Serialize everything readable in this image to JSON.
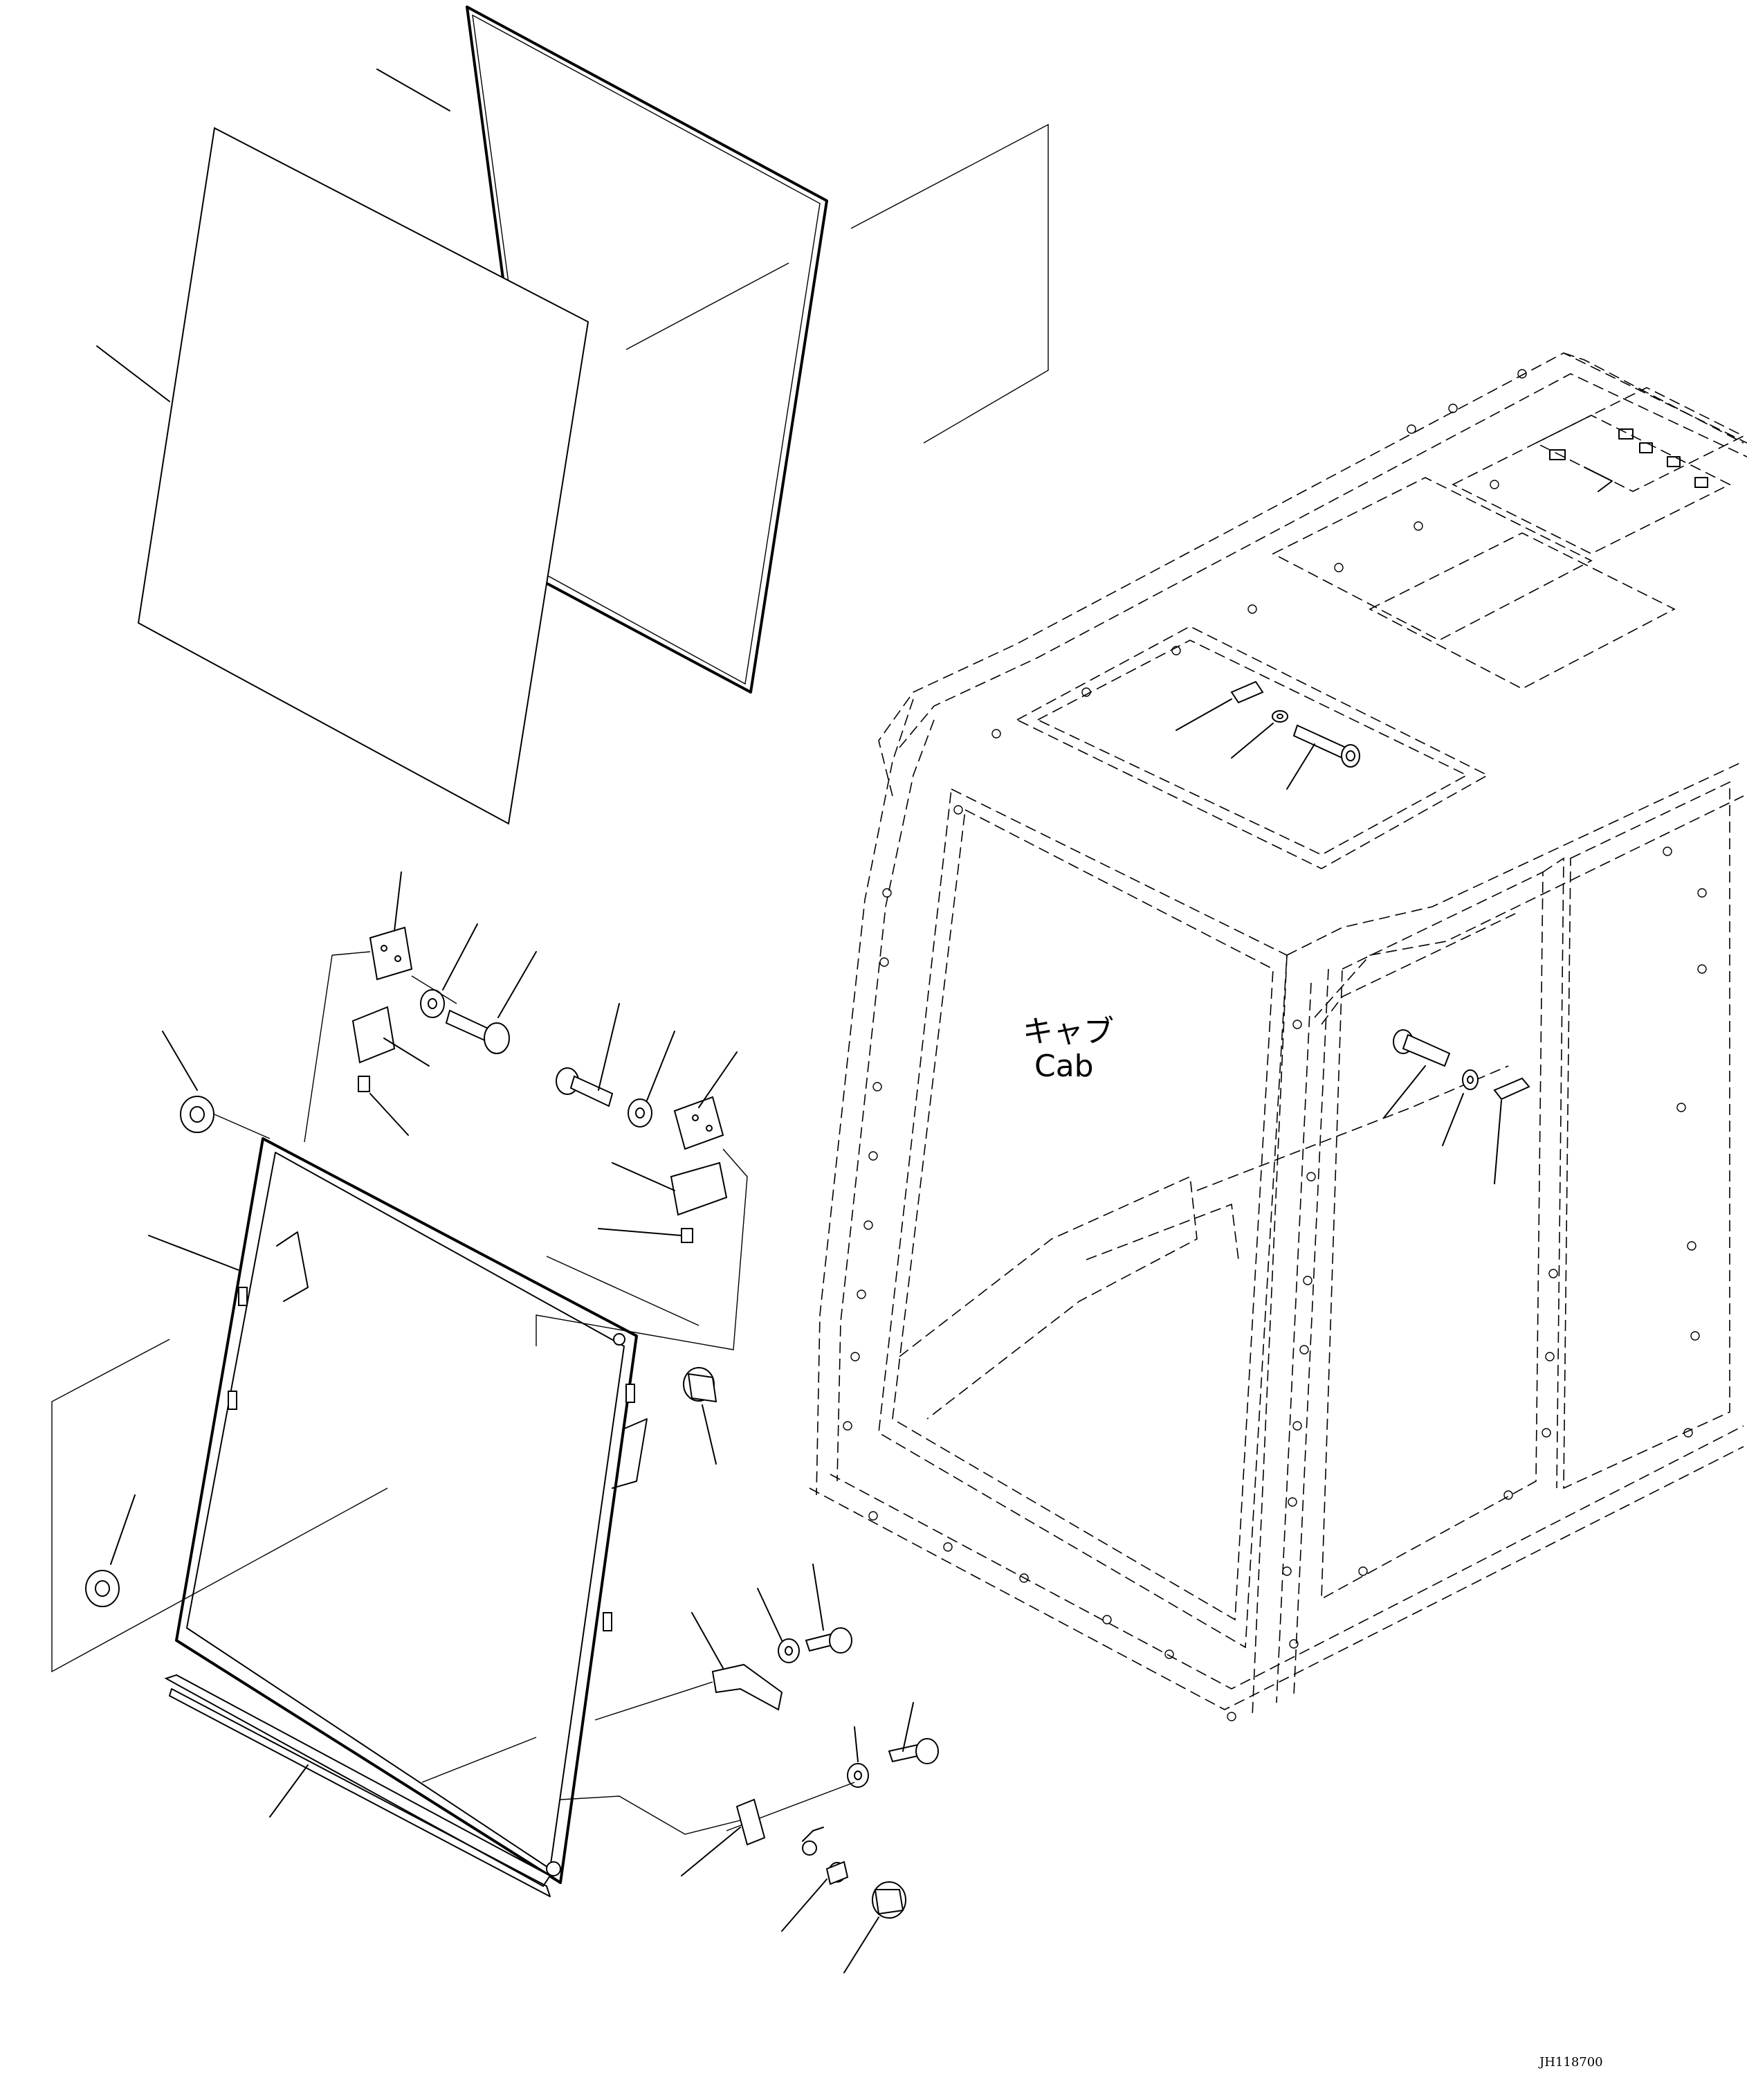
{
  "labels": {
    "cab_jp": "キャブ",
    "cab_en": "Cab"
  },
  "drawing_code": "JH118700"
}
